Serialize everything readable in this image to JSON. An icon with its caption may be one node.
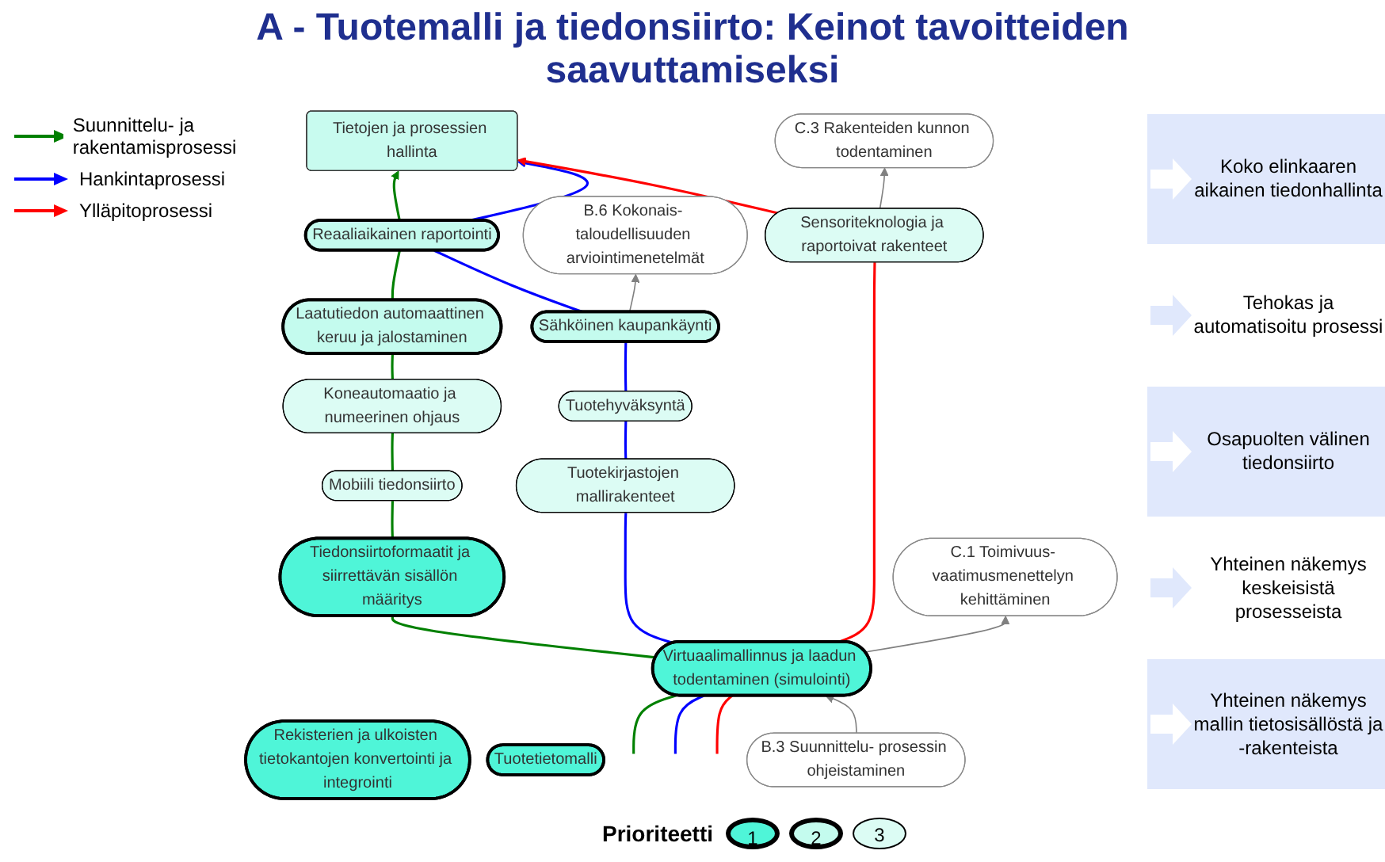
{
  "diagram": {
    "title": "A - Tuotemalli ja tiedonsiirto: Keinot tavoitteiden saavuttamiseksi",
    "nodes": [
      {
        "text": [
          "Tietojen ja prosessien hallinta"
        ]
      },
      {
        "text": [
          "Laatutiedon automaattinen keruu ja jalostaminen"
        ]
      },
      {
        "text": [
          "Koneautomaatio ja numeerinen ohjaus"
        ]
      },
      {
        "text": [
          "Reaaliaikainen raportointi"
        ]
      },
      {
        "text": [
          "Sensoriteknologia ja raportoivat rakenteet"
        ]
      },
      {
        "text": [
          "Mobiili tiedonsiirto"
        ]
      },
      {
        "text": [
          "Sähköinen kaupankäynti"
        ]
      },
      {
        "text": [
          "Tiedonsiirtoformaatit ja siirrettävän sisällön määritys"
        ]
      },
      {
        "text": [
          "Tuotehyväksyntä"
        ]
      },
      {
        "text": [
          "C.3 Rakenteiden kunnon todentaminen"
        ]
      },
      {
        "text": [
          "C.1 Toimivuus- vaatimusmenettelyn kehittäminen"
        ]
      },
      {
        "text": [
          "Tuotekirjastojen mallirakenteet"
        ]
      },
      {
        "text": [
          "Virtuaalimallinnus ja laadun todentaminen (simulointi)"
        ]
      },
      {
        "text": [
          "B.6 Kokonais- taloudellisuuden arviointimenetelmät"
        ]
      },
      {
        "text": [
          "Rekisterien ja ulkoisten tietokantojen konvertointi ja integrointi"
        ]
      },
      {
        "text": [
          "Tuotetietomalli"
        ]
      },
      {
        "text": [
          "B.3 Suunnittelu- prosessin ohjeistaminen"
        ]
      }
    ],
    "edges": [
      {
        "from": null,
        "to": 12,
        "arrow": "none",
        "color": "#008000"
      },
      {
        "from": 12,
        "to": 7,
        "arrow": "none",
        "color": "#008000"
      },
      {
        "from": 7,
        "to": 5,
        "arrow": "none",
        "color": "#008000"
      },
      {
        "from": 5,
        "to": 2,
        "arrow": "none",
        "color": "#008000"
      },
      {
        "from": 2,
        "to": 1,
        "arrow": "none",
        "color": "#008000"
      },
      {
        "from": 1,
        "to": 3,
        "arrow": "none",
        "color": "#008000"
      },
      {
        "from": 3,
        "to": 0,
        "arrow": "to",
        "color": "#008000"
      },
      {
        "from": null,
        "to": 12,
        "arrow": "none",
        "color": "#0000ff"
      },
      {
        "from": 12,
        "to": 11,
        "arrow": "none",
        "color": "#0000ff"
      },
      {
        "from": 11,
        "to": 8,
        "arrow": "none",
        "color": "#0000ff"
      },
      {
        "from": 8,
        "to": 6,
        "arrow": "none",
        "color": "#0000ff"
      },
      {
        "from": 6,
        "to": 3,
        "arrow": "none",
        "color": "#0000ff"
      },
      {
        "from": 3,
        "to": 0,
        "arrow": "to",
        "color": "#0000ff"
      },
      {
        "from": null,
        "to": 12,
        "arrow": "none",
        "color": "#ff0000"
      },
      {
        "from": 12,
        "to": 4,
        "arrow": "none",
        "color": "#ff0000"
      },
      {
        "from": 4,
        "to": 0,
        "arrow": "to",
        "color": "#ff0000"
      },
      {
        "from": 12,
        "to": 10,
        "arrow": "to",
        "color": "#808080"
      },
      {
        "from": 16,
        "to": 12,
        "arrow": "to",
        "color": "#808080"
      },
      {
        "from": 6,
        "to": 13,
        "arrow": "to",
        "color": "#808080"
      },
      {
        "from": 4,
        "to": 9,
        "arrow": "to",
        "color": "#808080"
      }
    ],
    "labels": [
      "Koko elinkaaren aikainen tiedonhallinta",
      "Tehokas ja automatisoitu prosessi",
      "Osapuolten välinen tiedonsiirto",
      "Yhteinen näkemys keskeisistä prosesseista",
      "Yhteinen näkemys mallin tietosisällöstä ja -rakenteista",
      "Prioriteetti"
    ],
    "legend": [
      {
        "text": "Suunnittelu- ja rakentamisprosessi",
        "color": "#008000"
      },
      {
        "text": "Hankintaprosessi",
        "color": "#0000ff"
      },
      {
        "text": "Ylläpitoprosessi",
        "color": "#ff0000"
      },
      {
        "text": "1",
        "color": "#4ff5d8"
      },
      {
        "text": "2",
        "color": "#c4fbee"
      },
      {
        "text": "3",
        "color": "#dcfcf4"
      }
    ]
  }
}
